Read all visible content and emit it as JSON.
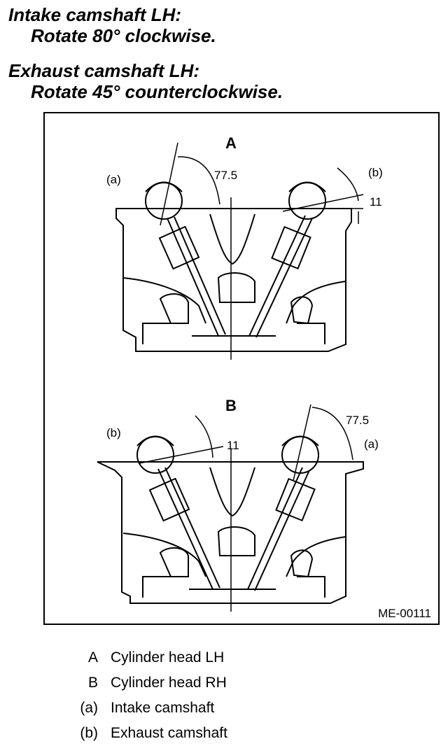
{
  "instructions": [
    {
      "title": "Intake camshaft LH:",
      "action": "Rotate 80° clockwise."
    },
    {
      "title": "Exhaust camshaft LH:",
      "action": "Rotate 45° counterclockwise."
    }
  ],
  "figure": {
    "code": "ME-00111",
    "panel_a": {
      "label": "A",
      "intake_tag": "(a)",
      "exhaust_tag": "(b)",
      "intake_angle": "77.5",
      "exhaust_angle": "11"
    },
    "panel_b": {
      "label": "B",
      "intake_tag": "(a)",
      "exhaust_tag": "(b)",
      "intake_angle": "77.5",
      "exhaust_angle": "11"
    }
  },
  "legend": [
    {
      "key": "A",
      "text": "Cylinder head LH"
    },
    {
      "key": "B",
      "text": "Cylinder head RH"
    },
    {
      "key": "(a)",
      "text": "Intake camshaft"
    },
    {
      "key": "(b)",
      "text": "Exhaust camshaft"
    }
  ]
}
